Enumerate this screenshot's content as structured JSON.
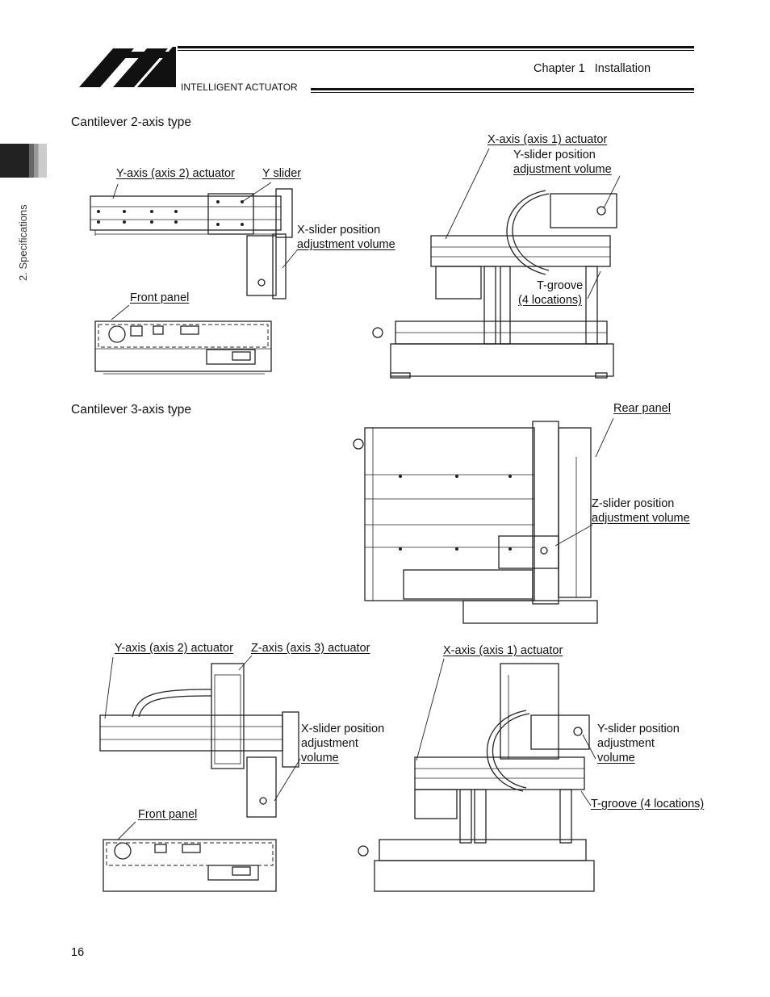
{
  "header": {
    "brand": "INTELLIGENT ACTUATOR",
    "chapter": "Chapter 1   Installation"
  },
  "side_tab": {
    "label": "2. Specifications"
  },
  "sections": {
    "two_axis": "Cantilever 2-axis type",
    "three_axis": "Cantilever 3-axis type"
  },
  "labels_2axis": {
    "y_axis_actuator": "Y-axis (axis 2) actuator",
    "y_slider": "Y slider",
    "x_slider_pos_1": "X-slider position",
    "x_slider_pos_2": "adjustment volume",
    "front_panel": "Front panel",
    "x_axis_actuator": "X-axis (axis 1) actuator",
    "y_slider_pos_1": "Y-slider position",
    "y_slider_pos_2": "adjustment volume",
    "t_groove_1": "T-groove",
    "t_groove_2": "(4 locations)"
  },
  "labels_3axis": {
    "rear_panel": "Rear panel",
    "z_slider_pos_1": "Z-slider position",
    "z_slider_pos_2": "adjustment volume",
    "y_axis_actuator": "Y-axis (axis 2) actuator",
    "z_axis_actuator": "Z-axis (axis 3) actuator",
    "x_axis_actuator": "X-axis (axis 1) actuator",
    "x_slider_pos_1": "X-slider position",
    "x_slider_pos_2": "adjustment",
    "x_slider_pos_3": "volume",
    "y_slider_pos_1": "Y-slider position",
    "y_slider_pos_2": "adjustment",
    "y_slider_pos_3": "volume",
    "front_panel": "Front panel",
    "t_groove": "T-groove (4 locations)"
  },
  "footer": {
    "page_number": "16"
  }
}
